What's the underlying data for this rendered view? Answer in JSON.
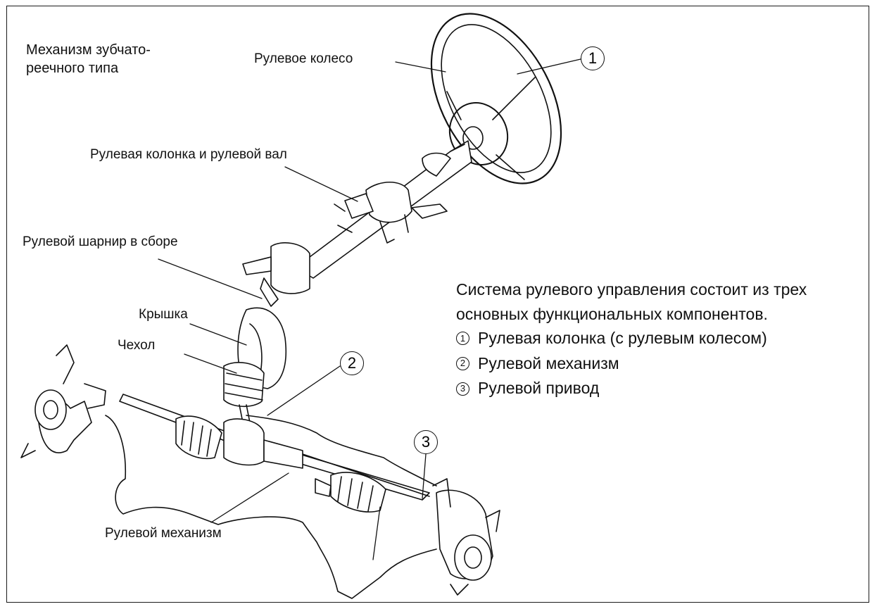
{
  "title": [
    "Механизм зубчато-",
    "реечного типа"
  ],
  "labels": {
    "steering_wheel": "Рулевое колесо",
    "column_and_shaft": "Рулевая колонка и рулевой вал",
    "joint_assembly": "Рулевой шарнир в сборе",
    "cover": "Крышка",
    "boot": "Чехол",
    "steering_gear": "Рулевой механизм"
  },
  "callouts": [
    "1",
    "2",
    "3"
  ],
  "legend": {
    "heading": [
      "Система рулевого управления состоит из трех",
      "основных функциональных компонентов."
    ],
    "items": [
      {
        "num": "1",
        "text": "Рулевая колонка (с рулевым колесом)"
      },
      {
        "num": "2",
        "text": "Рулевой механизм"
      },
      {
        "num": "3",
        "text": "Рулевой привод"
      }
    ]
  },
  "colors": {
    "line": "#111111",
    "background": "#ffffff"
  }
}
